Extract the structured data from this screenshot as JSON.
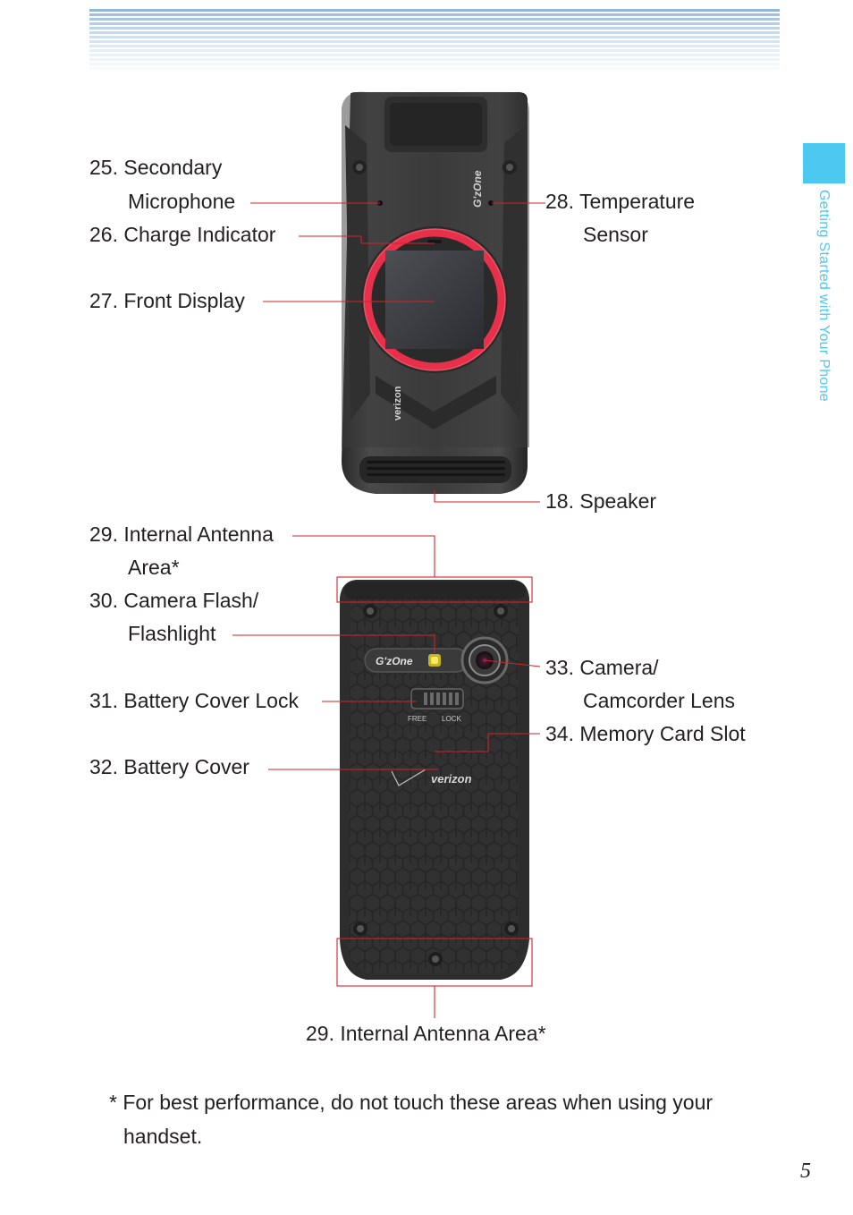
{
  "side_tab": {
    "text": "Getting Started with Your Phone",
    "color": "#4dc8f0"
  },
  "phone_front": {
    "brand_logo": "G'zOne",
    "carrier_logo": "verizon"
  },
  "phone_back": {
    "brand_logo": "G'zOne",
    "carrier_logo": "verizon",
    "lock_free": "FREE",
    "lock_lock": "LOCK"
  },
  "labels": {
    "l25a": "25. Secondary",
    "l25b": "Microphone",
    "l26": "26. Charge Indicator",
    "l27": "27. Front Display",
    "l28a": "28. Temperature",
    "l28b": "Sensor",
    "l18": "18. Speaker",
    "l29a": "29. Internal Antenna",
    "l29b": "Area*",
    "l30a": "30. Camera Flash/",
    "l30b": "Flashlight",
    "l31": "31. Battery Cover Lock",
    "l32": "32. Battery Cover",
    "l33a": "33. Camera/",
    "l33b": "Camcorder Lens",
    "l34": "34. Memory Card Slot",
    "l29bottom": "29. Internal Antenna Area*"
  },
  "footnote": {
    "line1": "* For best performance, do not touch these areas when using your",
    "line2": "handset."
  },
  "page_number": "5",
  "colors": {
    "accent": "#4dc8f0",
    "callout": "#d2232a",
    "ring": "#e8304a"
  }
}
